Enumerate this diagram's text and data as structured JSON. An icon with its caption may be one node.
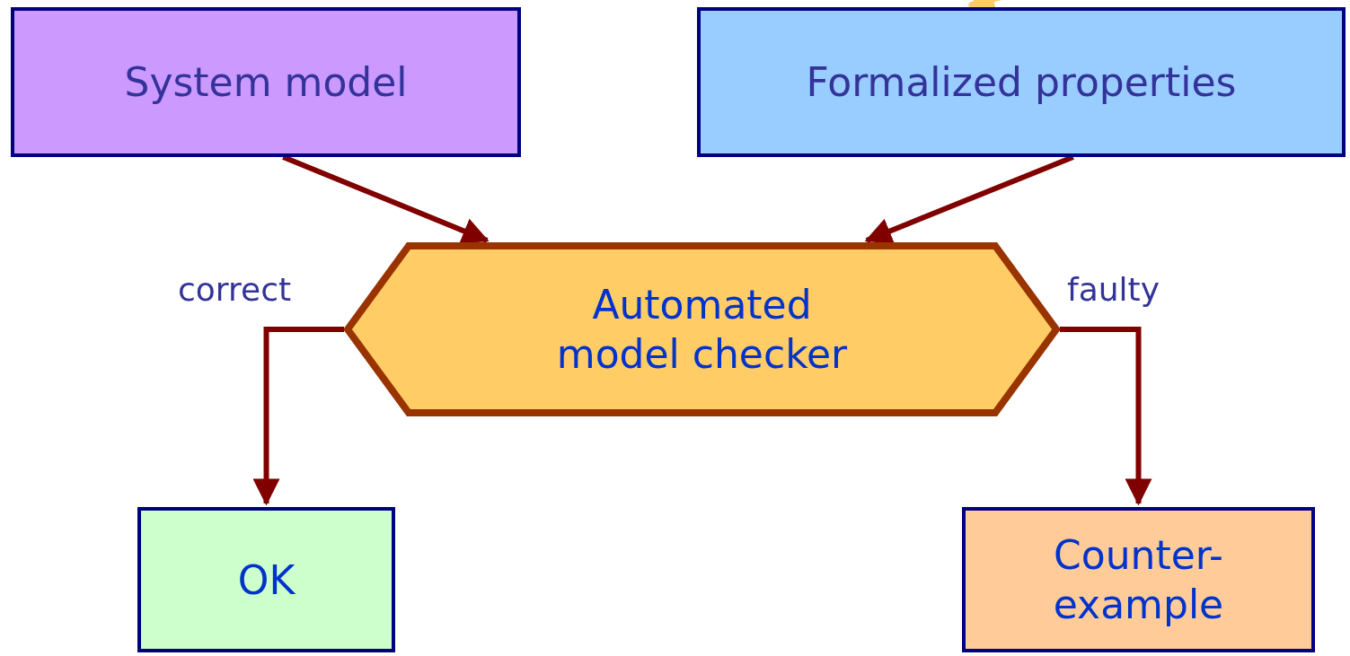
{
  "diagram": {
    "nodes": [
      {
        "text": [
          "System model"
        ]
      },
      {
        "text": [
          "Formalized properties"
        ]
      },
      {
        "text": [
          "Automated model checker"
        ]
      },
      {
        "text": [
          "OK"
        ]
      },
      {
        "text": [
          "Counter-example"
        ]
      }
    ],
    "edges": [
      {
        "from": 0,
        "to": 2,
        "arrow": "to"
      },
      {
        "from": 1,
        "to": 2,
        "arrow": "to"
      },
      {
        "from": 2,
        "to": 3,
        "arrow": "to",
        "label": "correct"
      },
      {
        "from": 2,
        "to": 4,
        "arrow": "to",
        "label": "faulty"
      },
      {
        "from": null,
        "to": 1,
        "arrow": "to",
        "color": "#ffcc66"
      }
    ]
  }
}
